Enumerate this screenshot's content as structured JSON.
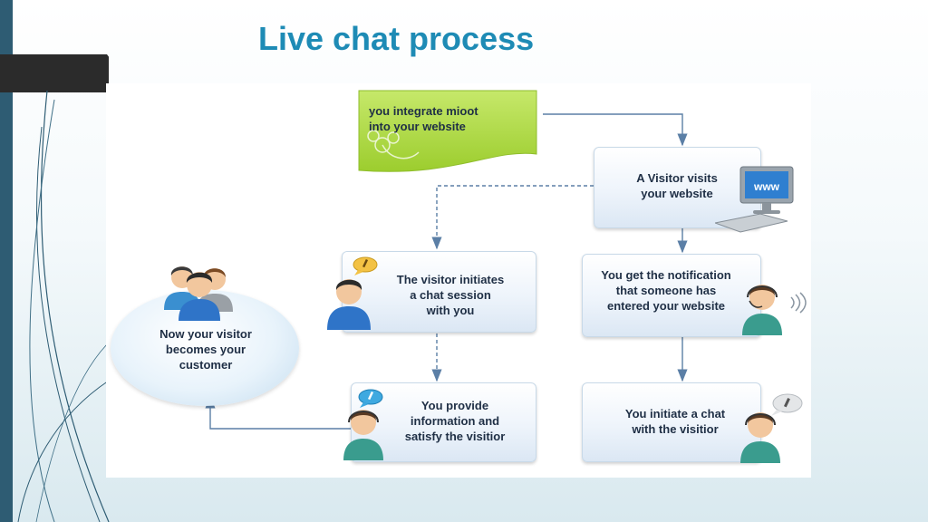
{
  "slide": {
    "title": "Live chat process"
  },
  "diagram": {
    "steps": {
      "integrate": "you integrate mioot\ninto your website",
      "visit": "A Visitor visits\nyour website",
      "notify": "You get the notification\nthat someone has\nentered your website",
      "initiate_agent": "You initiate a chat\nwith the visitior",
      "initiate_visitor": "The visitor initiates\na chat session\nwith you",
      "provide": "You provide\ninformation and\nsatisfy the visitior",
      "customer": "Now your visitor\nbecomes your\ncustomer"
    },
    "monitor_label": "www"
  },
  "colors": {
    "title": "#1e8bb5",
    "sidebar": "#2e5c73",
    "note_green": "#a8d63a",
    "box_text": "#1f2f45",
    "connector": "#5b7fa6"
  },
  "icons": [
    "monitor-icon",
    "keyboard-icon",
    "user-group-icon",
    "visitor-icon",
    "agent-headset-icon",
    "chat-bubble-icon",
    "sound-waves-icon"
  ]
}
